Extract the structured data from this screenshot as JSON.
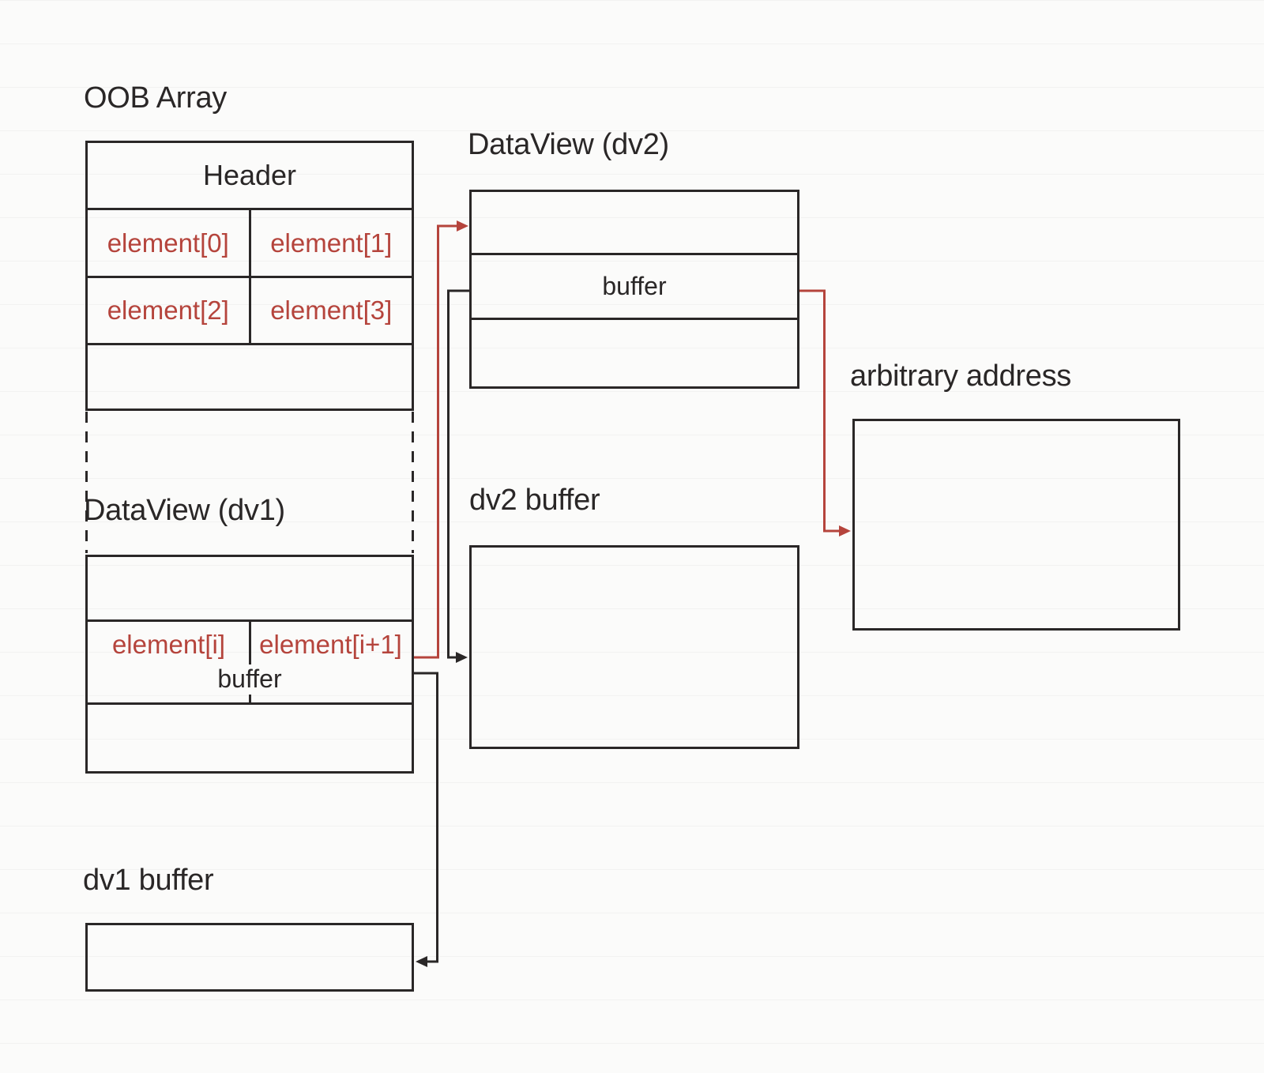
{
  "colors": {
    "ink": "#2a2727",
    "accent": "#b5443c",
    "background": "#fbfbfa"
  },
  "oob_array": {
    "title": "OOB Array",
    "header": "Header",
    "elements": [
      "element[0]",
      "element[1]",
      "element[2]",
      "element[3]"
    ]
  },
  "dataview_dv1": {
    "title": "DataView (dv1)",
    "element_i": "element[i]",
    "element_i_plus_1": "element[i+1]",
    "buffer_label": "buffer"
  },
  "dv1_buffer": {
    "title": "dv1 buffer"
  },
  "dataview_dv2": {
    "title": "DataView (dv2)",
    "buffer_label": "buffer"
  },
  "dv2_buffer": {
    "title": "dv2 buffer"
  },
  "arbitrary_address": {
    "title": "arbitrary address"
  },
  "connections": [
    {
      "from": "element[i+1]",
      "to": "DataView (dv2) object",
      "color": "#b5443c"
    },
    {
      "from": "DataView (dv2) buffer field",
      "to": "dv2 buffer",
      "color": "#2a2727"
    },
    {
      "from": "DataView (dv1) buffer field",
      "to": "dv1 buffer",
      "color": "#2a2727"
    },
    {
      "from": "DataView (dv2) buffer field",
      "to": "arbitrary address",
      "color": "#b5443c"
    }
  ]
}
